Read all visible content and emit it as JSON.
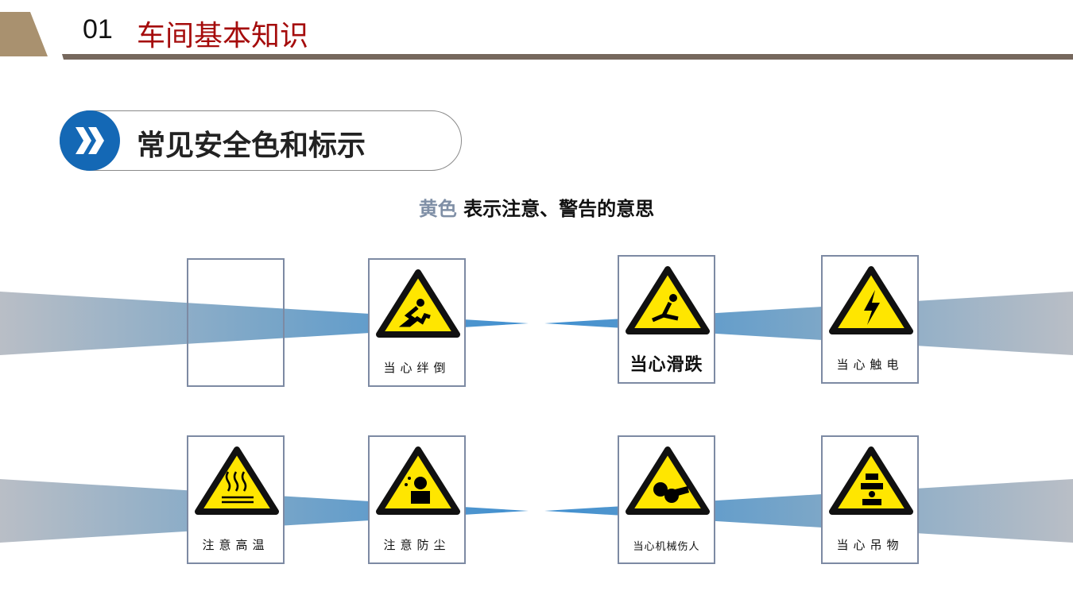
{
  "header": {
    "number": "01",
    "title": "车间基本知识"
  },
  "section": {
    "title": "常见安全色和标示",
    "icon": "double-chevron-icon"
  },
  "subtitle": {
    "highlight": "黄色",
    "text": " 表示注意、警告的意思"
  },
  "colors": {
    "yellow": "#ffe600",
    "accent_blue": "#1468b5",
    "title_red": "#a50c0c"
  },
  "signs": [
    {
      "label": "",
      "icon": "empty"
    },
    {
      "label": "当心绊倒",
      "icon": "trip-hazard-icon"
    },
    {
      "label": "当心滑跌",
      "icon": "slip-hazard-icon"
    },
    {
      "label": "当心触电",
      "icon": "electric-shock-icon"
    },
    {
      "label": "注意高温",
      "icon": "high-temperature-icon"
    },
    {
      "label": "注意防尘",
      "icon": "dust-hazard-icon"
    },
    {
      "label": "当心机械伤人",
      "icon": "machinery-hazard-icon"
    },
    {
      "label": "当心吊物",
      "icon": "overhead-load-icon"
    }
  ]
}
